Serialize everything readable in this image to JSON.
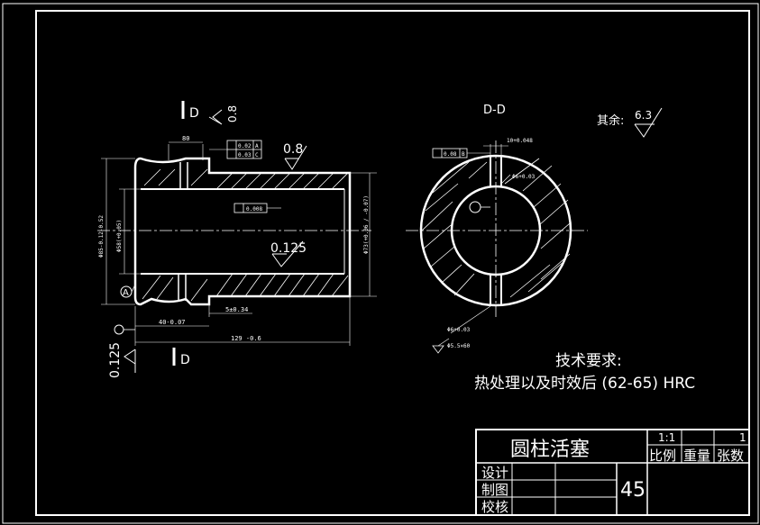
{
  "view_label": "D-D",
  "section_marks": {
    "top": "D",
    "bottom": "D"
  },
  "datum_label": "A",
  "roughness": {
    "other": "其余:",
    "other_value": "6.3",
    "top_value": "0.8",
    "mid_value": "0.125",
    "left_value": "0.125",
    "topleft_value": "0.8"
  },
  "tolerance_frames": {
    "top_row1": "0.02",
    "top_row1_ref": "A",
    "top_row2": "0.03",
    "top_row2_ref": "C",
    "bore": "0.008",
    "side": "0.08",
    "side_ref": "B"
  },
  "dimensions": {
    "top_small": "80",
    "left_outer": "Φ85-0.12-0.52",
    "left_bore": "Φ58(+0.05)",
    "right_outer": "Φ73(+0.06 / -0.07)",
    "len_40": "40-0.07",
    "len_5": "5±0.34",
    "len_129": "129 -0.6",
    "slot": "10+0.048",
    "hole_6": "Φ6+0.03",
    "hole_6b": "Φ6+0.03",
    "note_55": "Φ5.5×60"
  },
  "tech_req": {
    "title": "技术要求:",
    "line1": "热处理以及时效后 (62-65) HRC"
  },
  "title_block": {
    "part_name": "圆柱活塞",
    "scale": "1:1",
    "sheet_count": "1",
    "scale_label": "比例",
    "weight_label": "重量",
    "sheets_label": "张数",
    "design": "设计",
    "drawn": "制图",
    "check": "校核",
    "material": "45"
  }
}
